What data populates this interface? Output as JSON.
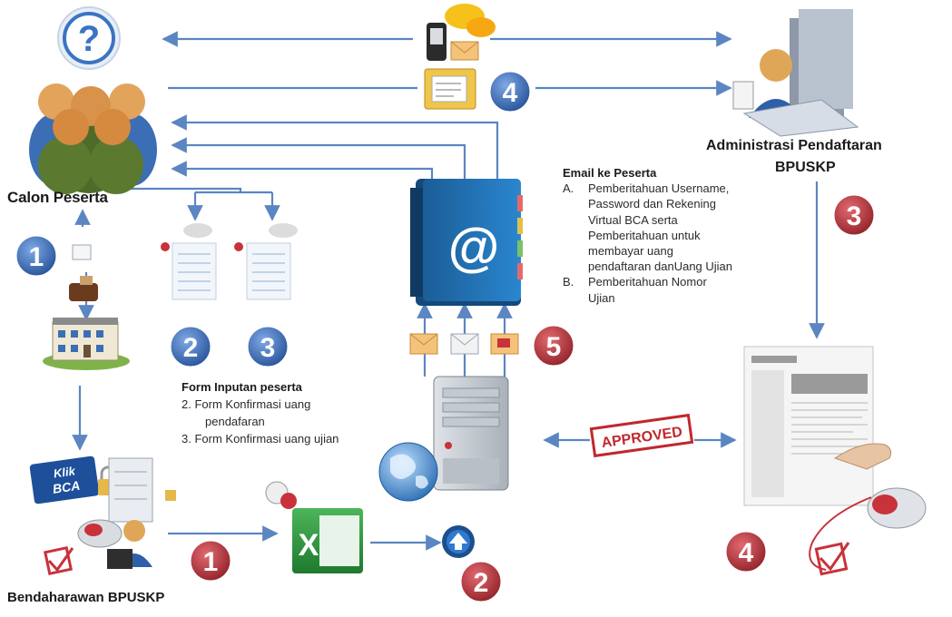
{
  "labels": {
    "calon_peserta": "Calon Peserta",
    "admin_line1": "Administrasi Pendaftaran",
    "admin_line2": "BPUSKP",
    "bendahara": "Bendaharawan BPUSKP",
    "approved_stamp": "APPROVED",
    "klik_bca_line1": "Klik",
    "klik_bca_line2": "BCA",
    "at_sign": "@",
    "help_mark": "?"
  },
  "email_notes": {
    "title": "Email ke Peserta",
    "item_a_marker": "A.",
    "item_a_lines": [
      "Pemberitahuan Username,",
      "Password dan Rekening",
      "Virtual BCA serta",
      "Pemberitahuan untuk",
      "membayar uang",
      "pendaftaran danUang Ujian"
    ],
    "item_b_marker": "B.",
    "item_b_lines": [
      "Pemberitahuan  Nomor",
      "Ujian"
    ]
  },
  "form_notes": {
    "title": "Form Inputan peserta",
    "item_2_line1": "2.  Form  Konfirmasi  uang",
    "item_2_line2": "pendafaran",
    "item_3": "3.  Form Konfirmasi uang ujian"
  },
  "steps": {
    "s1_blue": "1",
    "s2_blue": "2",
    "s3_blue": "3",
    "s4_blue": "4",
    "s5_red": "5",
    "s3_red": "3",
    "s1_red": "1",
    "s2_red": "2",
    "s4_red": "4"
  },
  "colors": {
    "arrow": "#5b86c2",
    "step_blue": "#2f5fa8",
    "step_red": "#b8333a",
    "stamp_red": "#c0282d",
    "book_blue": "#1d6fb0"
  },
  "icons": [
    "help-icon",
    "group-people-icon",
    "administrator-icon",
    "mobile-phone-icon",
    "chat-bubbles-icon",
    "envelope-icon",
    "folder-icon",
    "address-book-icon",
    "server-icon",
    "globe-icon",
    "upload-icon",
    "excel-icon",
    "form-document-icon",
    "building-icon",
    "wallet-icon",
    "webpage-screenshot-icon",
    "mouse-icon",
    "checkbox-icon",
    "padlock-icon",
    "klik-bca-logo",
    "cd-icon",
    "pen-hand-icon"
  ]
}
